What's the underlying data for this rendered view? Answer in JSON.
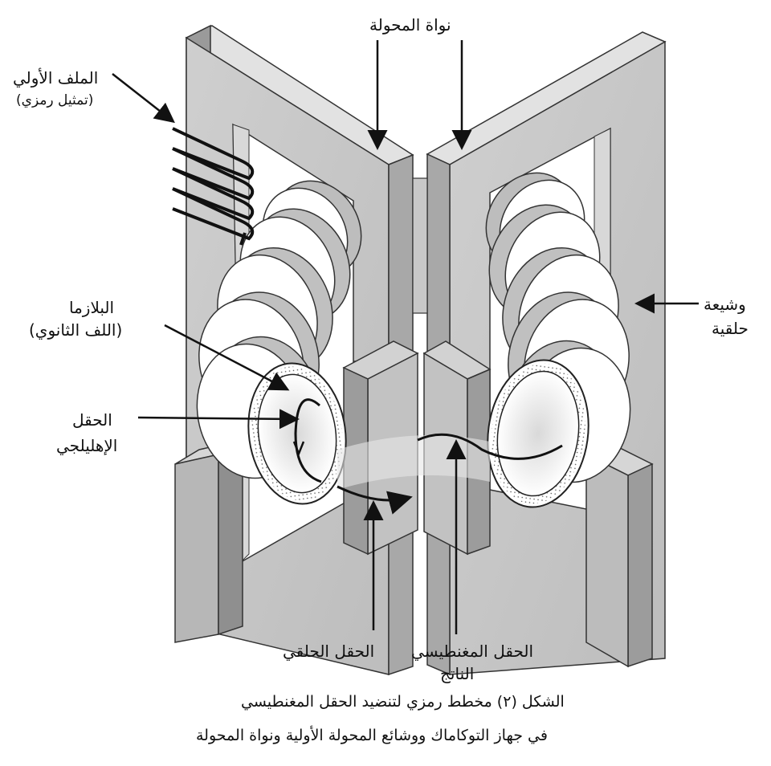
{
  "labels": {
    "transformer_core": "نواة المحولة",
    "primary_coil_line1": "الملف الأولي",
    "primary_coil_line2": "(تمثيل رمزي)",
    "plasma_line1": "البلازما",
    "plasma_line2": "(اللف الثانوي)",
    "helical_field_line1": "الحقل",
    "helical_field_line2": "الإهليلجي",
    "toroidal_coil_line1": "وشيعة",
    "toroidal_coil_line2": "حلقية",
    "toroidal_field": "الحقل الحلقي",
    "resulting_field_line1": "الحقل المغنطيسي",
    "resulting_field_line2": "الناتج"
  },
  "caption": {
    "line1": "الشكل (٢) مخطط رمزي لتنضيد الحقل المغنطيسي",
    "line2": "في جهاز التوكاماك ووشائع المحولة الأولية ونواة المحولة"
  }
}
